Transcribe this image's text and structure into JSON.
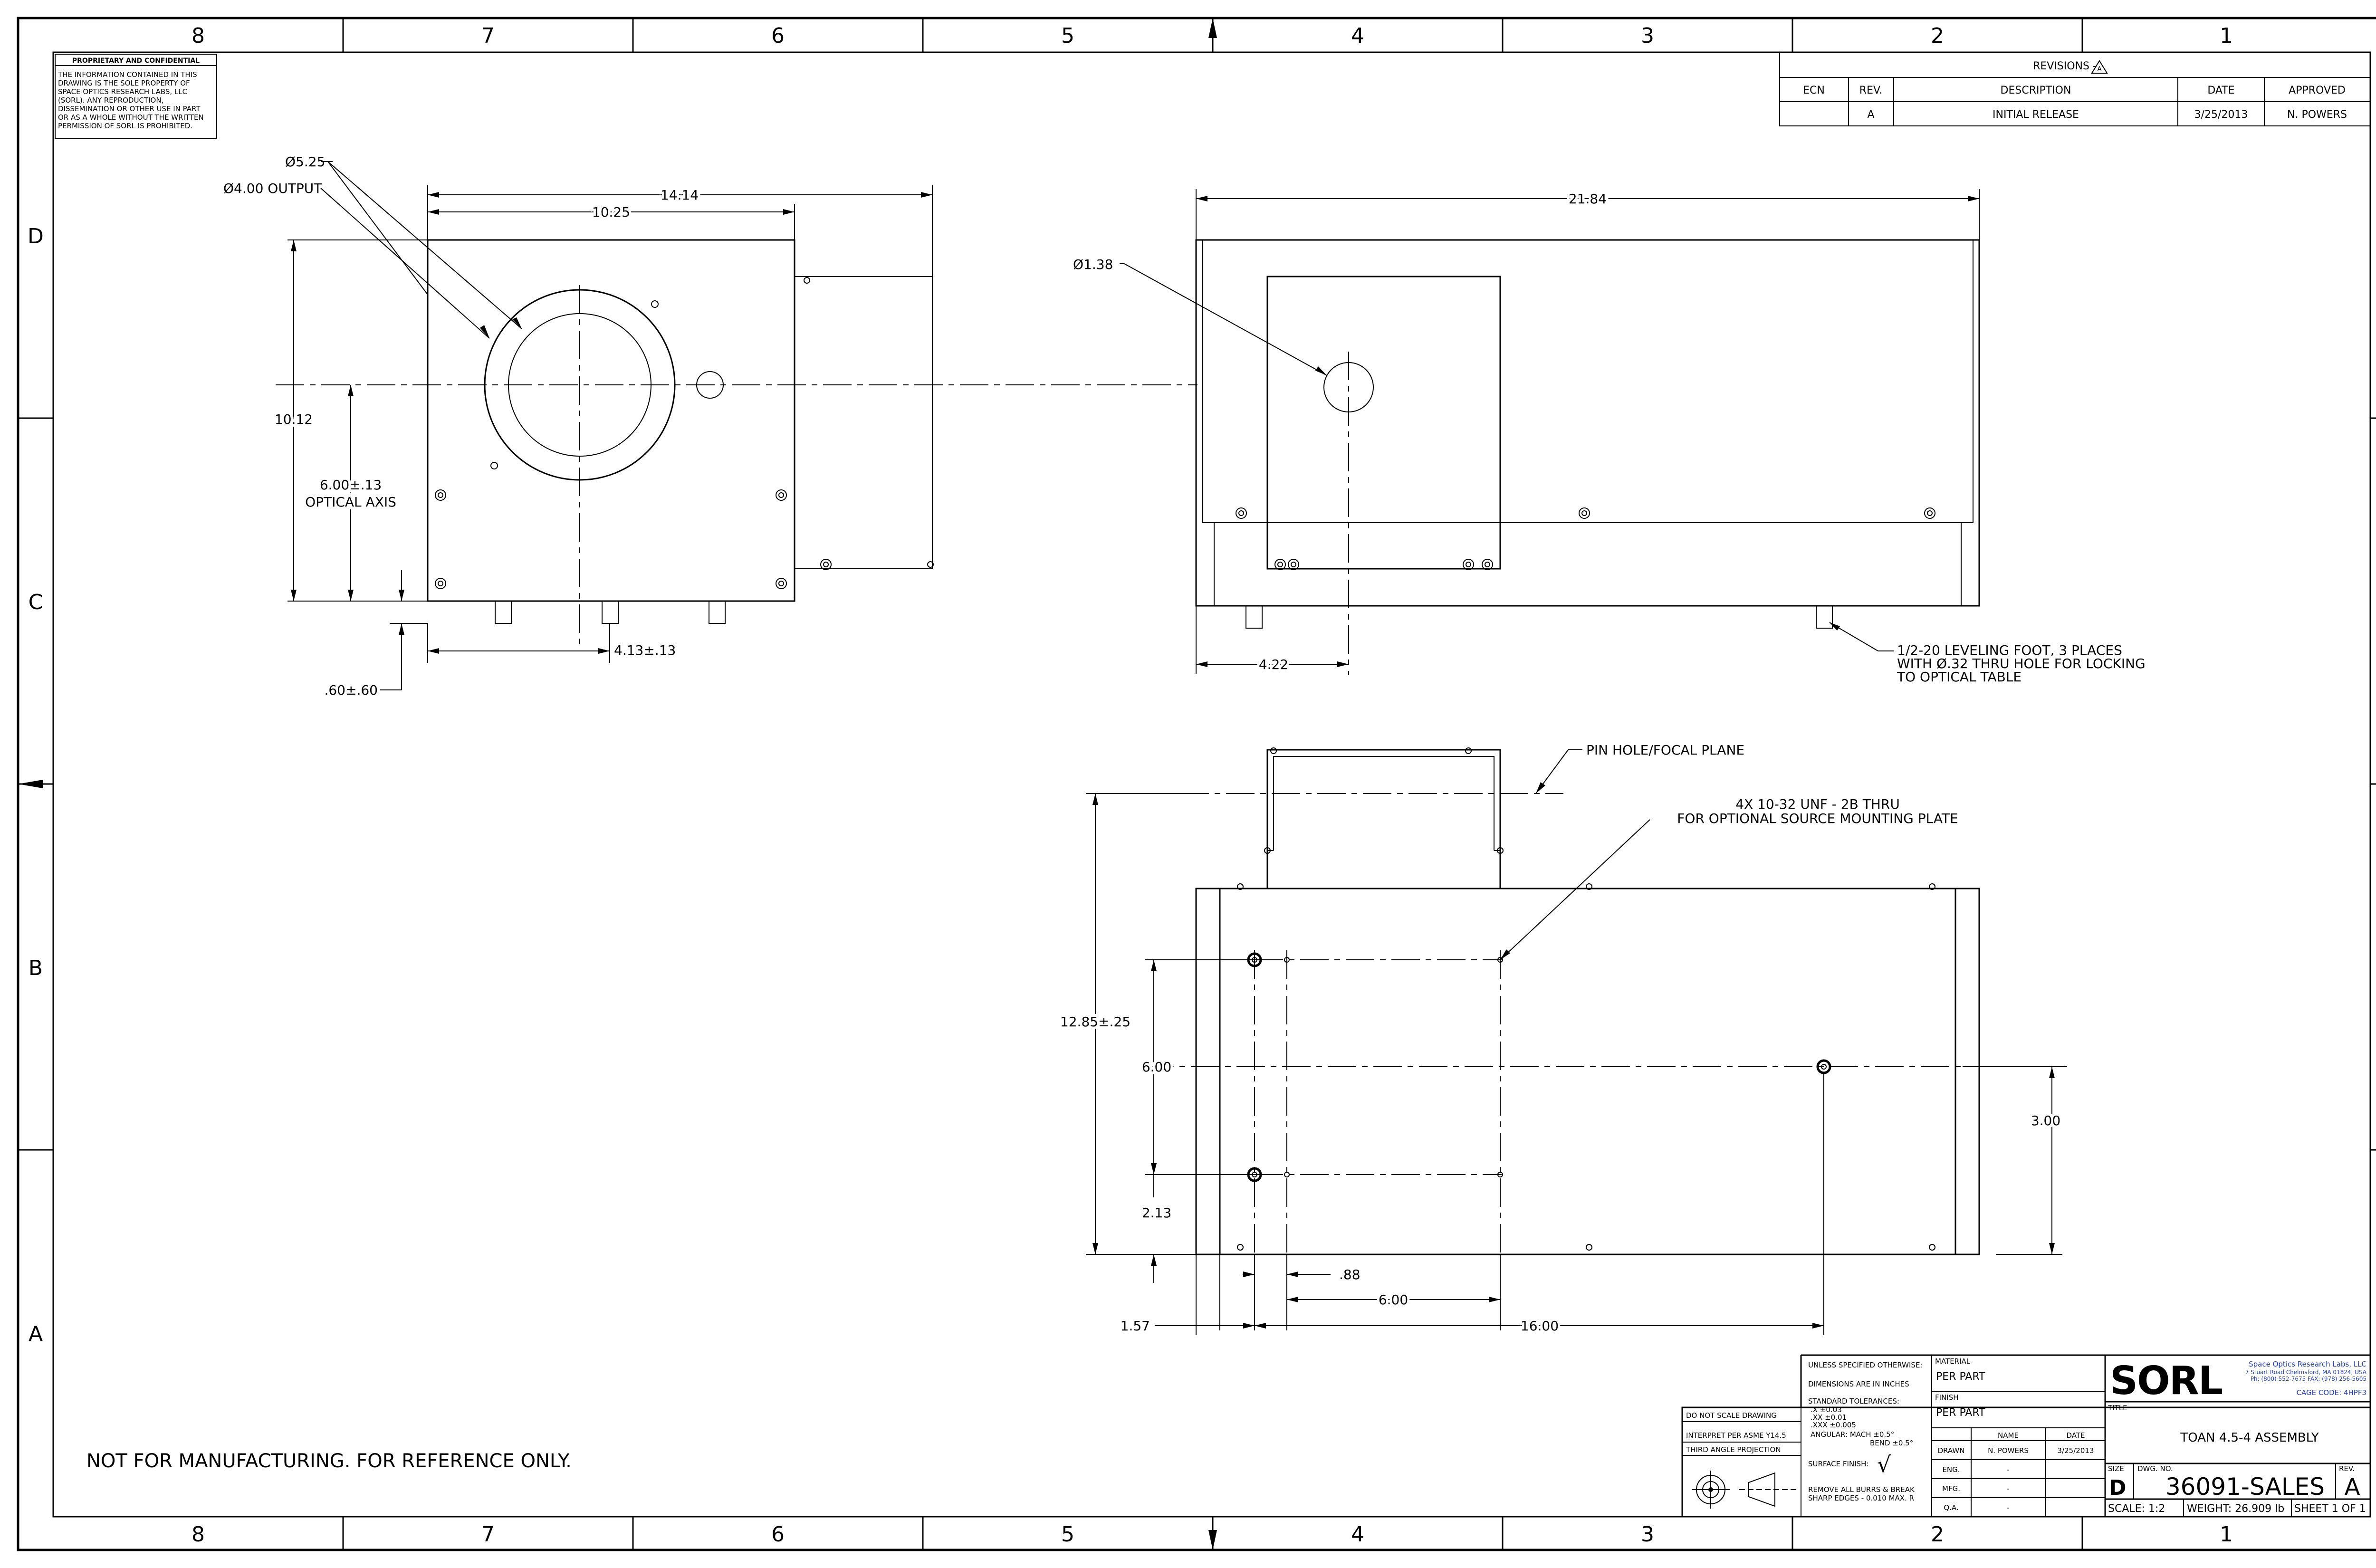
{
  "zones": {
    "columns": [
      "8",
      "7",
      "6",
      "5",
      "4",
      "3",
      "2",
      "1"
    ],
    "rows": [
      "D",
      "C",
      "B",
      "A"
    ]
  },
  "proprietary": {
    "title": "PROPRIETARY AND CONFIDENTIAL",
    "lines": [
      "THE INFORMATION CONTAINED IN THIS",
      "DRAWING IS THE SOLE PROPERTY OF",
      "SPACE OPTICS RESEARCH LABS, LLC",
      "(SORL). ANY REPRODUCTION,",
      "DISSEMINATION OR OTHER USE IN PART",
      "OR AS A WHOLE WITHOUT THE WRITTEN",
      "PERMISSION OF SORL IS PROHIBITED."
    ]
  },
  "revisions": {
    "title": "REVISIONS -",
    "title_symbol": "A",
    "headers": [
      "ECN",
      "REV.",
      "DESCRIPTION",
      "DATE",
      "APPROVED"
    ],
    "rows": [
      {
        "ecn": "",
        "rev": "A",
        "description": "INITIAL RELEASE",
        "date": "3/25/2013",
        "approved": "N. POWERS"
      }
    ]
  },
  "front_view": {
    "dims": {
      "d525": "Ø5.25",
      "d400": "Ø4.00 OUTPUT",
      "w1414": "14.14",
      "w1025": "10.25",
      "h1012": "10.12",
      "axis_value": "6.00±.13",
      "axis_label": "OPTICAL AXIS",
      "w413": "4.13±.13",
      "h060": ".60±.60"
    }
  },
  "side_view": {
    "dims": {
      "w2184": "21.84",
      "d138": "Ø1.38",
      "w422": "4.22"
    },
    "foot_note": [
      "1/2-20 LEVELING FOOT, 3 PLACES",
      "WITH Ø.32 THRU HOLE FOR LOCKING",
      "TO OPTICAL TABLE"
    ]
  },
  "top_view": {
    "pin_hole_note": "PIN HOLE/FOCAL PLANE",
    "thread_note": [
      "4X 10-32 UNF - 2B THRU",
      "FOR OPTIONAL SOURCE MOUNTING PLATE"
    ],
    "dims": {
      "h1285": "12.85±.25",
      "h600": "6.00",
      "h300": "3.00",
      "h213": "2.13",
      "w088": ".88",
      "w600": "6.00",
      "w157": "1.57",
      "w1600": "16.00"
    }
  },
  "footer_note": "NOT FOR MANUFACTURING. FOR REFERENCE ONLY.",
  "title_block": {
    "std_notes": {
      "unless": "UNLESS SPECIFIED OTHERWISE:",
      "dims": "DIMENSIONS ARE IN INCHES",
      "tol": "STANDARD TOLERANCES:",
      "tol1": ".X    ±0.03",
      "tol2": ".XX   ±0.01",
      "tol3": ".XXX ±0.005",
      "ang": "ANGULAR:   MACH ±0.5°",
      "bend": "BEND ±0.5°",
      "surface": "SURFACE FINISH:",
      "surface_mark": "√",
      "burrs": "REMOVE ALL BURRS & BREAK",
      "edges": "SHARP EDGES - 0.010 MAX. R"
    },
    "left_box": [
      "DO NOT SCALE DRAWING",
      "INTERPRET PER ASME Y14.5",
      "THIRD ANGLE PROJECTION"
    ],
    "material_label": "MATERIAL",
    "material_value": "PER PART",
    "finish_label": "FINISH",
    "finish_value": "PER PART",
    "sig_headers": [
      "NAME",
      "DATE"
    ],
    "sig_rows": [
      {
        "role": "DRAWN",
        "name": "N. POWERS",
        "date": "3/25/2013"
      },
      {
        "role": "ENG.",
        "name": "-",
        "date": ""
      },
      {
        "role": "MFG.",
        "name": "-",
        "date": ""
      },
      {
        "role": "Q.A.",
        "name": "-",
        "date": ""
      }
    ],
    "company": {
      "logo": "SORL",
      "name": "Space Optics Research Labs, LLC",
      "address": "7 Stuart Road Chelmsford, MA 01824, USA",
      "phone": "Ph: (800) 552-7675    FAX: (978) 256-5605",
      "cage": "CAGE CODE: 4HPF3"
    },
    "title_label": "TITLE",
    "title_value": "TOAN 4.5-4 ASSEMBLY",
    "size_label": "SIZE",
    "size_value": "D",
    "dwg_label": "DWG. NO.",
    "dwg_value": "36091-SALES",
    "rev_label": "REV.",
    "rev_value": "A",
    "scale": "SCALE: 1:2",
    "weight": "WEIGHT: 26.909 lb",
    "sheet": "SHEET 1 OF 1"
  }
}
